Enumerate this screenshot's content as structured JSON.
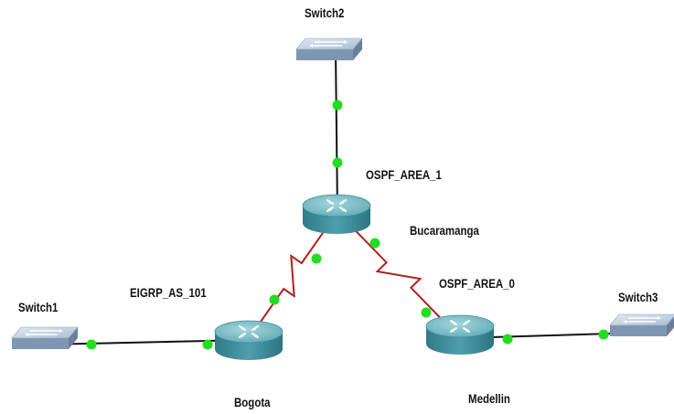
{
  "colors": {
    "ethernet": "#111111",
    "serial": "#b21e1e",
    "link_up": "#22dd22",
    "router_top": "#7bbdc8",
    "router_body": "#3f8f9c",
    "switch_top": "#c7d6e6",
    "switch_side": "#7f96b3"
  },
  "devices": {
    "switch2": {
      "label": "Switch2",
      "icon": "switch-icon"
    },
    "switch1": {
      "label": "Switch1",
      "icon": "switch-icon"
    },
    "switch3": {
      "label": "Switch3",
      "icon": "switch-icon"
    },
    "bucaramanga": {
      "label": "Bucaramanga",
      "icon": "router-icon"
    },
    "bogota": {
      "label": "Bogota",
      "icon": "router-icon"
    },
    "medellin": {
      "label": "Medellin",
      "icon": "router-icon"
    }
  },
  "areas": {
    "ospf_area_1": "OSPF_AREA_1",
    "ospf_area_0": "OSPF_AREA_0",
    "eigrp_as_101": "EIGRP_AS_101"
  },
  "links": [
    {
      "from": "switch2",
      "to": "bucaramanga",
      "type": "ethernet"
    },
    {
      "from": "bucaramanga",
      "to": "bogota",
      "type": "serial"
    },
    {
      "from": "bucaramanga",
      "to": "medellin",
      "type": "serial"
    },
    {
      "from": "switch1",
      "to": "bogota",
      "type": "ethernet"
    },
    {
      "from": "medellin",
      "to": "switch3",
      "type": "ethernet"
    }
  ]
}
